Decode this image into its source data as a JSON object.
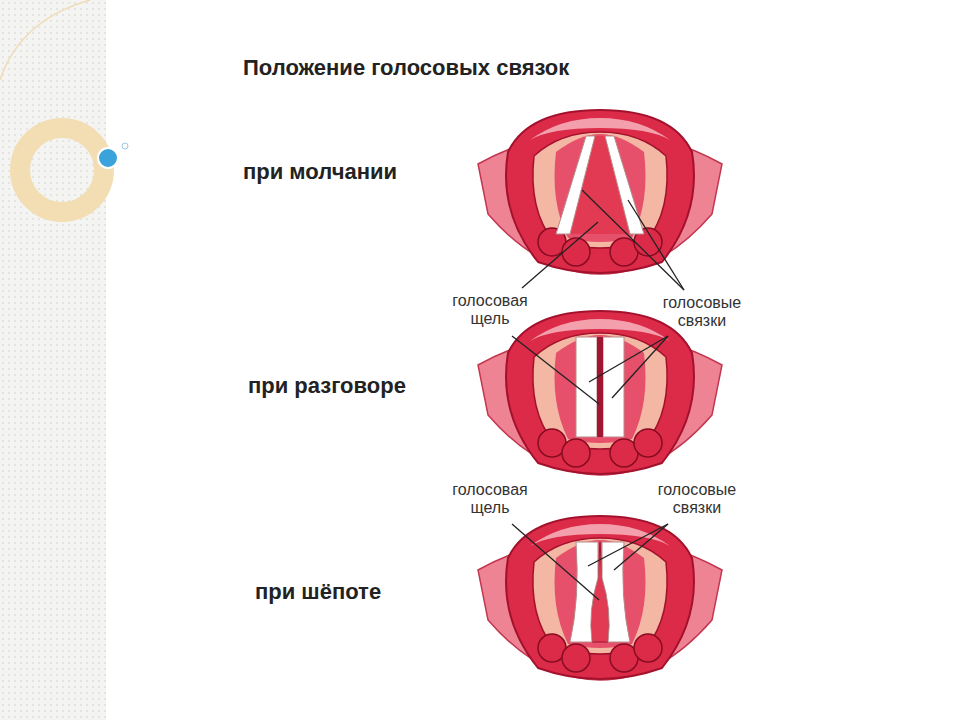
{
  "diagram": {
    "title": "Положение голосовых связок",
    "labels": [
      "при молчании",
      "голосовая щель",
      "голосовые связки",
      "при разговоре",
      "голосовая щель",
      "голосовые связки",
      "при шёпоте"
    ]
  }
}
